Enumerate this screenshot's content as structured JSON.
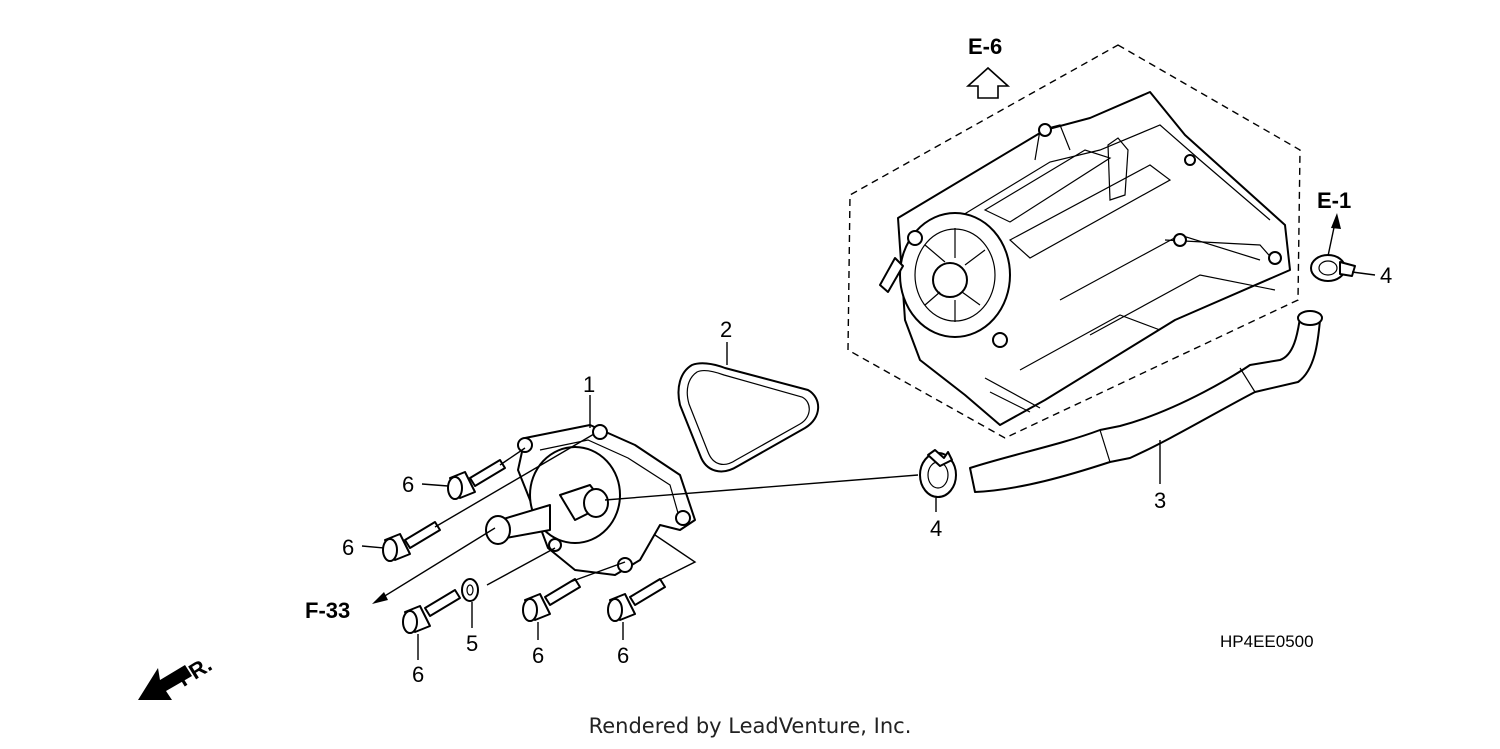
{
  "callouts": {
    "part_1": "1",
    "part_2": "2",
    "part_3": "3",
    "part_4_upper": "4",
    "part_4_lower": "4",
    "part_5": "5",
    "part_6_a": "6",
    "part_6_b": "6",
    "part_6_c": "6",
    "part_6_d": "6",
    "part_6_e": "6"
  },
  "refs": {
    "e6": "E-6",
    "e1": "E-1",
    "f33": "F-33",
    "fr": "FR."
  },
  "diagram_code": "HP4EE0500",
  "credit": "Rendered by LeadVenture, Inc."
}
